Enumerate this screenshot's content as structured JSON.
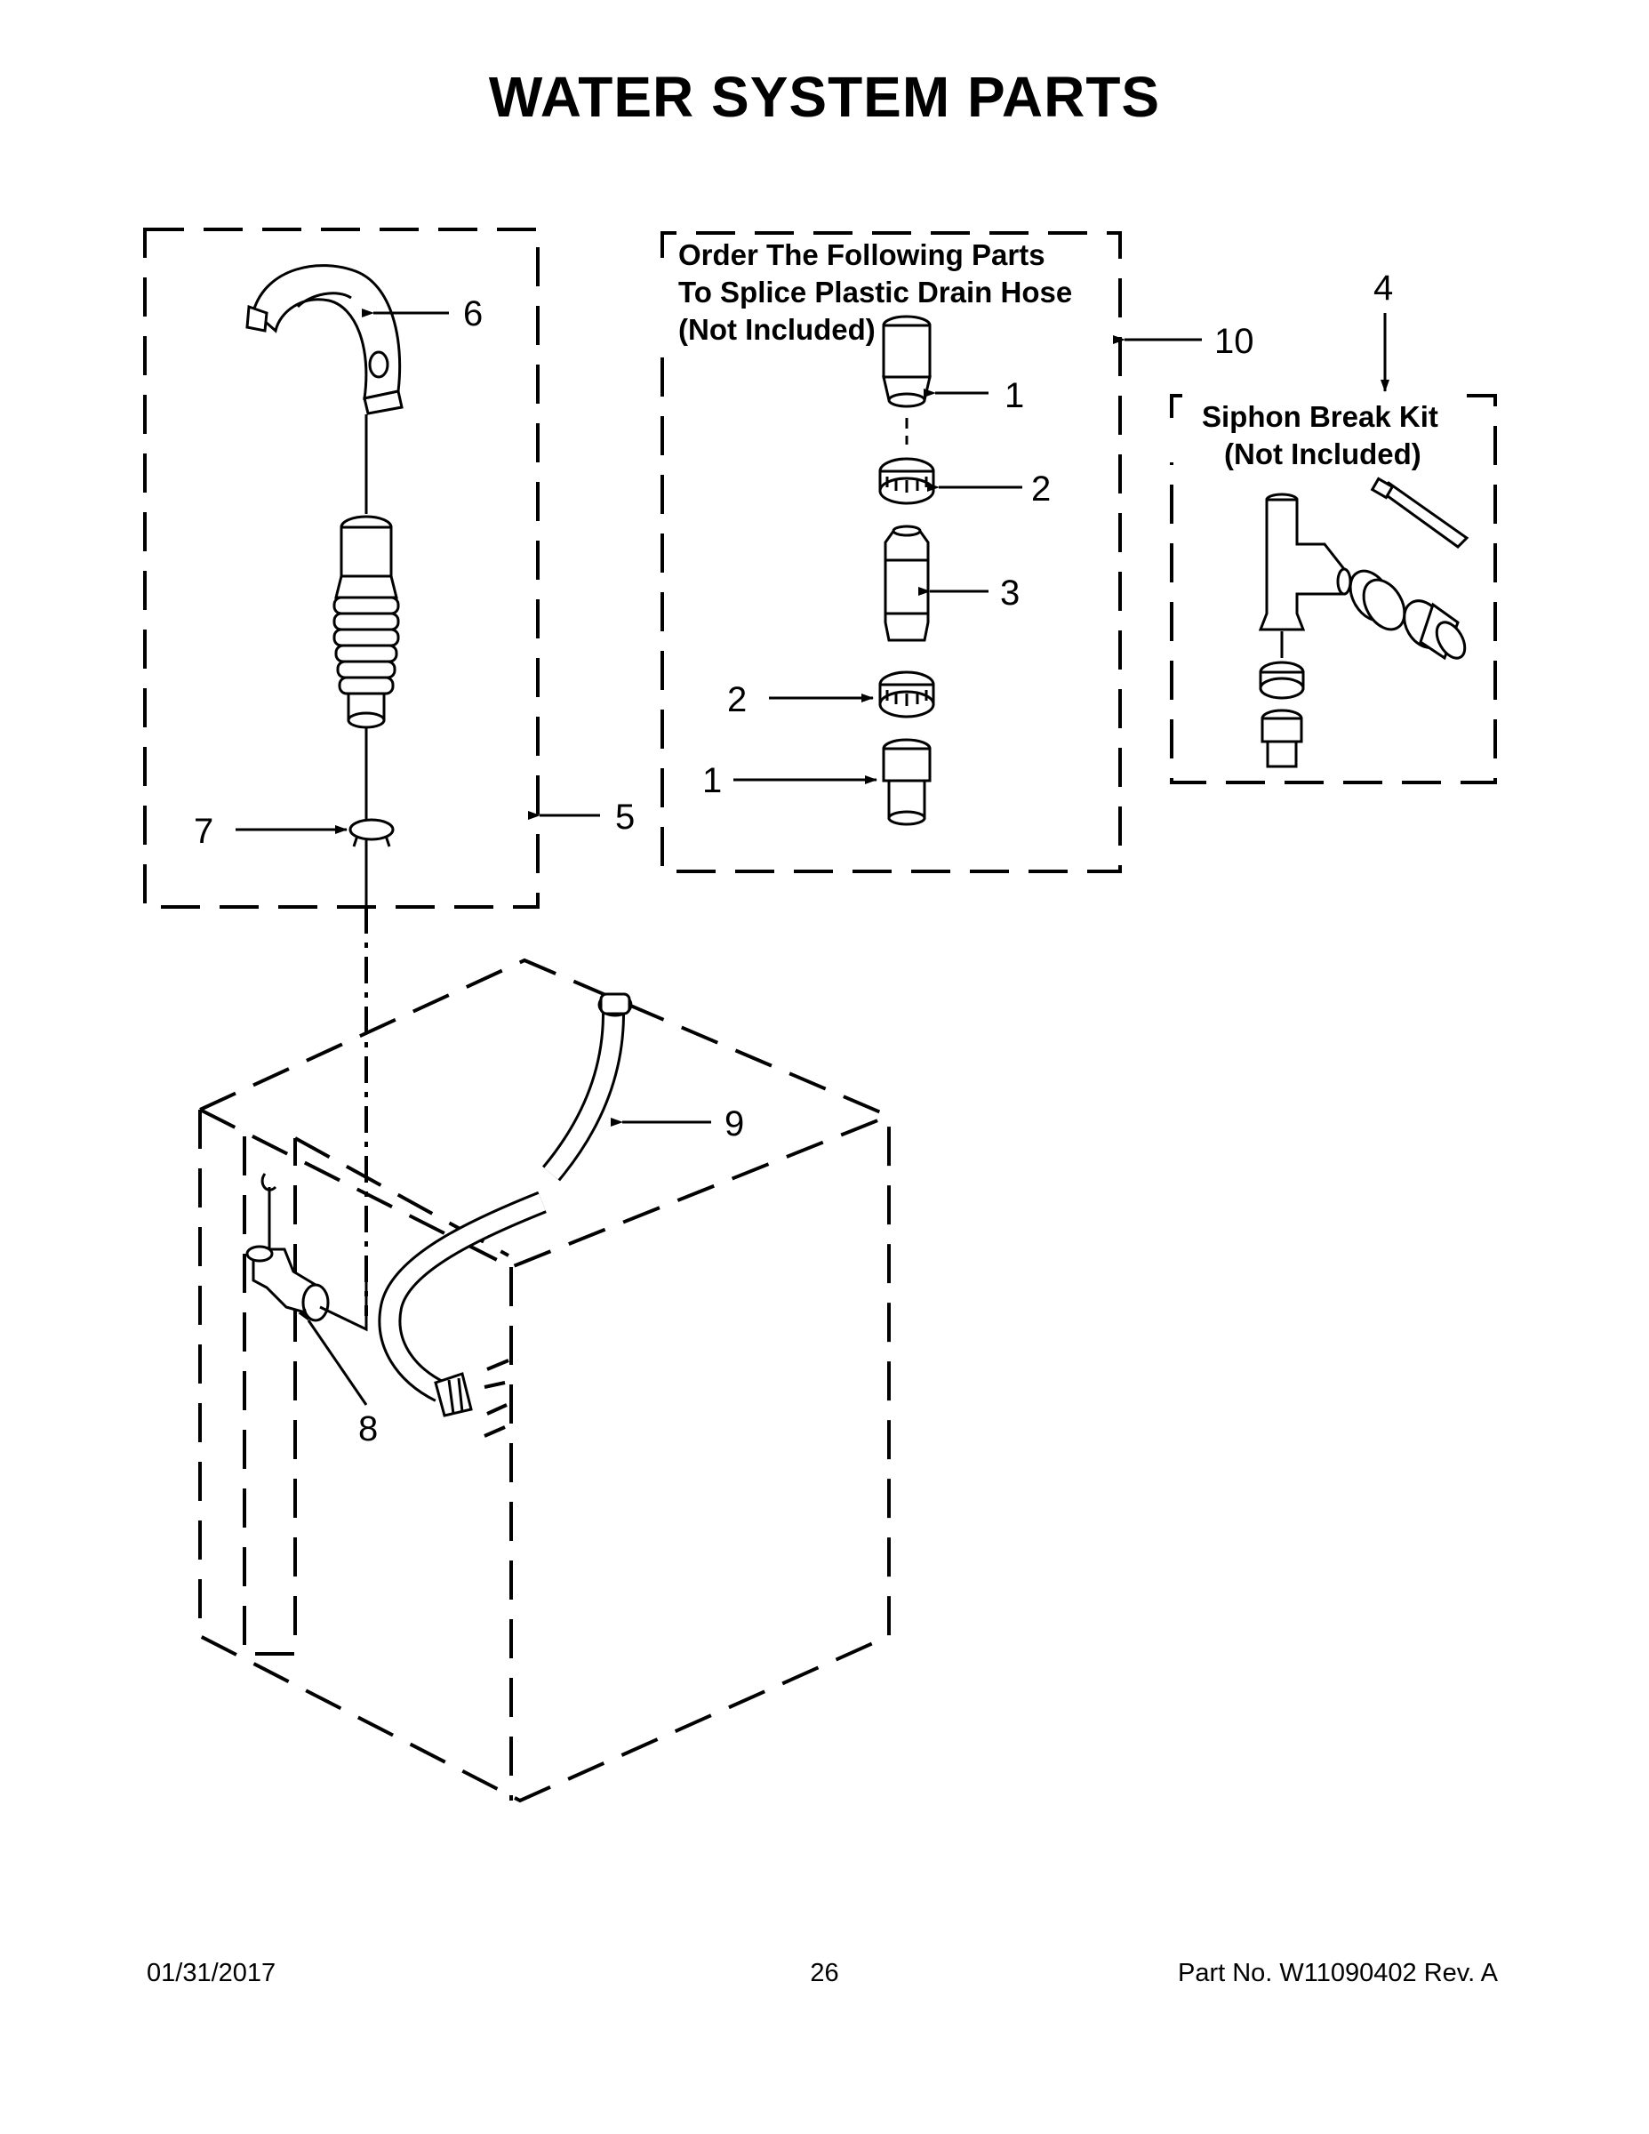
{
  "title": "WATER SYSTEM PARTS",
  "boxes": {
    "splice_header": [
      "Order The Following Parts",
      "To Splice Plastic Drain Hose",
      "(Not Included)"
    ],
    "siphon_header": [
      "Siphon Break Kit",
      "(Not Included)"
    ]
  },
  "callouts": {
    "c1_top": "1",
    "c2_top": "2",
    "c3": "3",
    "c2_bottom": "2",
    "c1_bottom": "1",
    "c4": "4",
    "c5": "5",
    "c6": "6",
    "c7": "7",
    "c8": "8",
    "c9": "9",
    "c10": "10"
  },
  "footer": {
    "date": "01/31/2017",
    "page": "26",
    "part": "Part No.  W11090402  Rev.  A"
  }
}
